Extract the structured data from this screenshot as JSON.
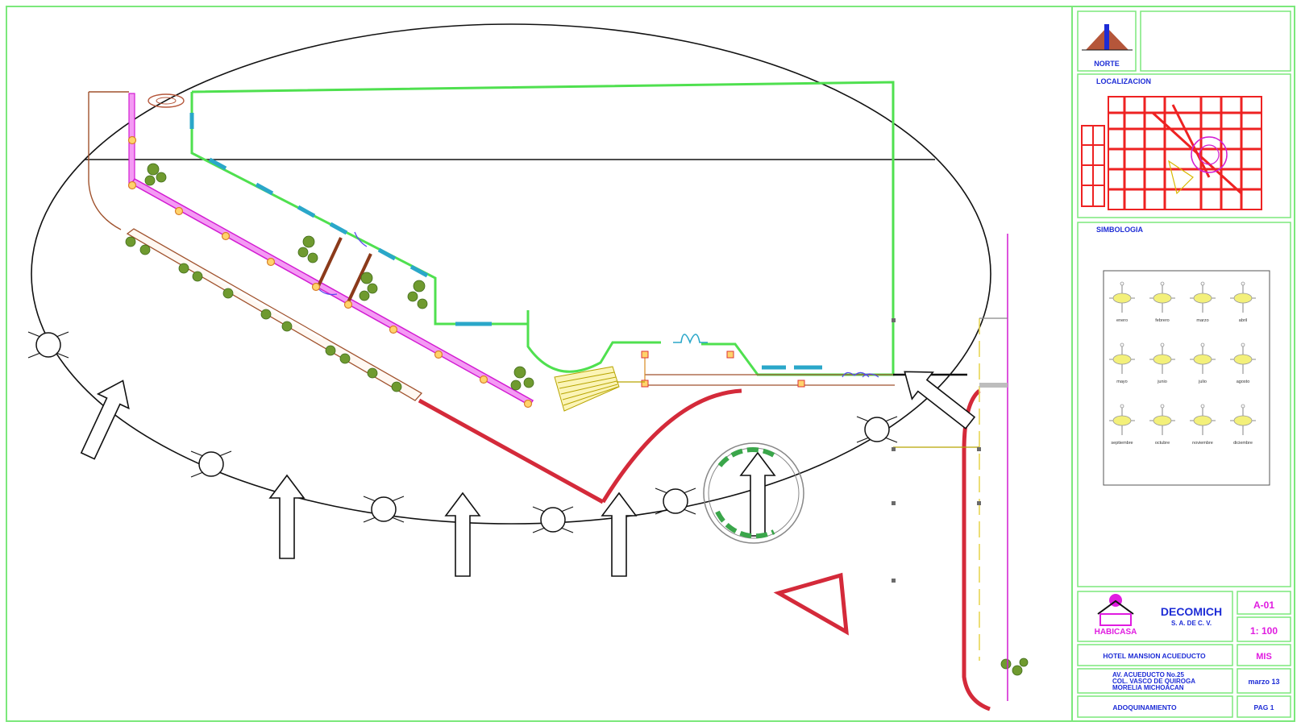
{
  "north": {
    "label": "NORTE"
  },
  "location": {
    "heading": "LOCALIZACION"
  },
  "legend": {
    "heading": "SIMBOLOGIA",
    "symbols": [
      "enero",
      "febrero",
      "marzo",
      "abril",
      "mayo",
      "junio",
      "julio",
      "agosto",
      "septiembre",
      "octubre",
      "noviembre",
      "diciembre"
    ]
  },
  "company": {
    "name": "DECOMICH",
    "suffix": "S. A. DE C. V.",
    "brand": "HABICASA"
  },
  "sheet": {
    "number": "A-01",
    "scale": "1: 100",
    "author": "MIS",
    "date": "marzo 13",
    "page": "PAG 1"
  },
  "project": {
    "name": "HOTEL MANSION ACUEDUCTO",
    "address_line1": "AV. ACUEDUCTO No.25",
    "address_line2": "COL. VASCO DE QUIROGA",
    "address_line3": "MORELIA MICHOACAN",
    "plan_title": "ADOQUINAMIENTO"
  },
  "colors": {
    "frame": "#7be87b",
    "green_wall": "#4fe04f",
    "magenta_path": "#d21cd2",
    "red_curb": "#d42a3a",
    "brown_edge": "#a0522d",
    "title_blue": "#1d2cd6",
    "title_magenta": "#e01ce0",
    "tree": "#5a8a2a"
  }
}
